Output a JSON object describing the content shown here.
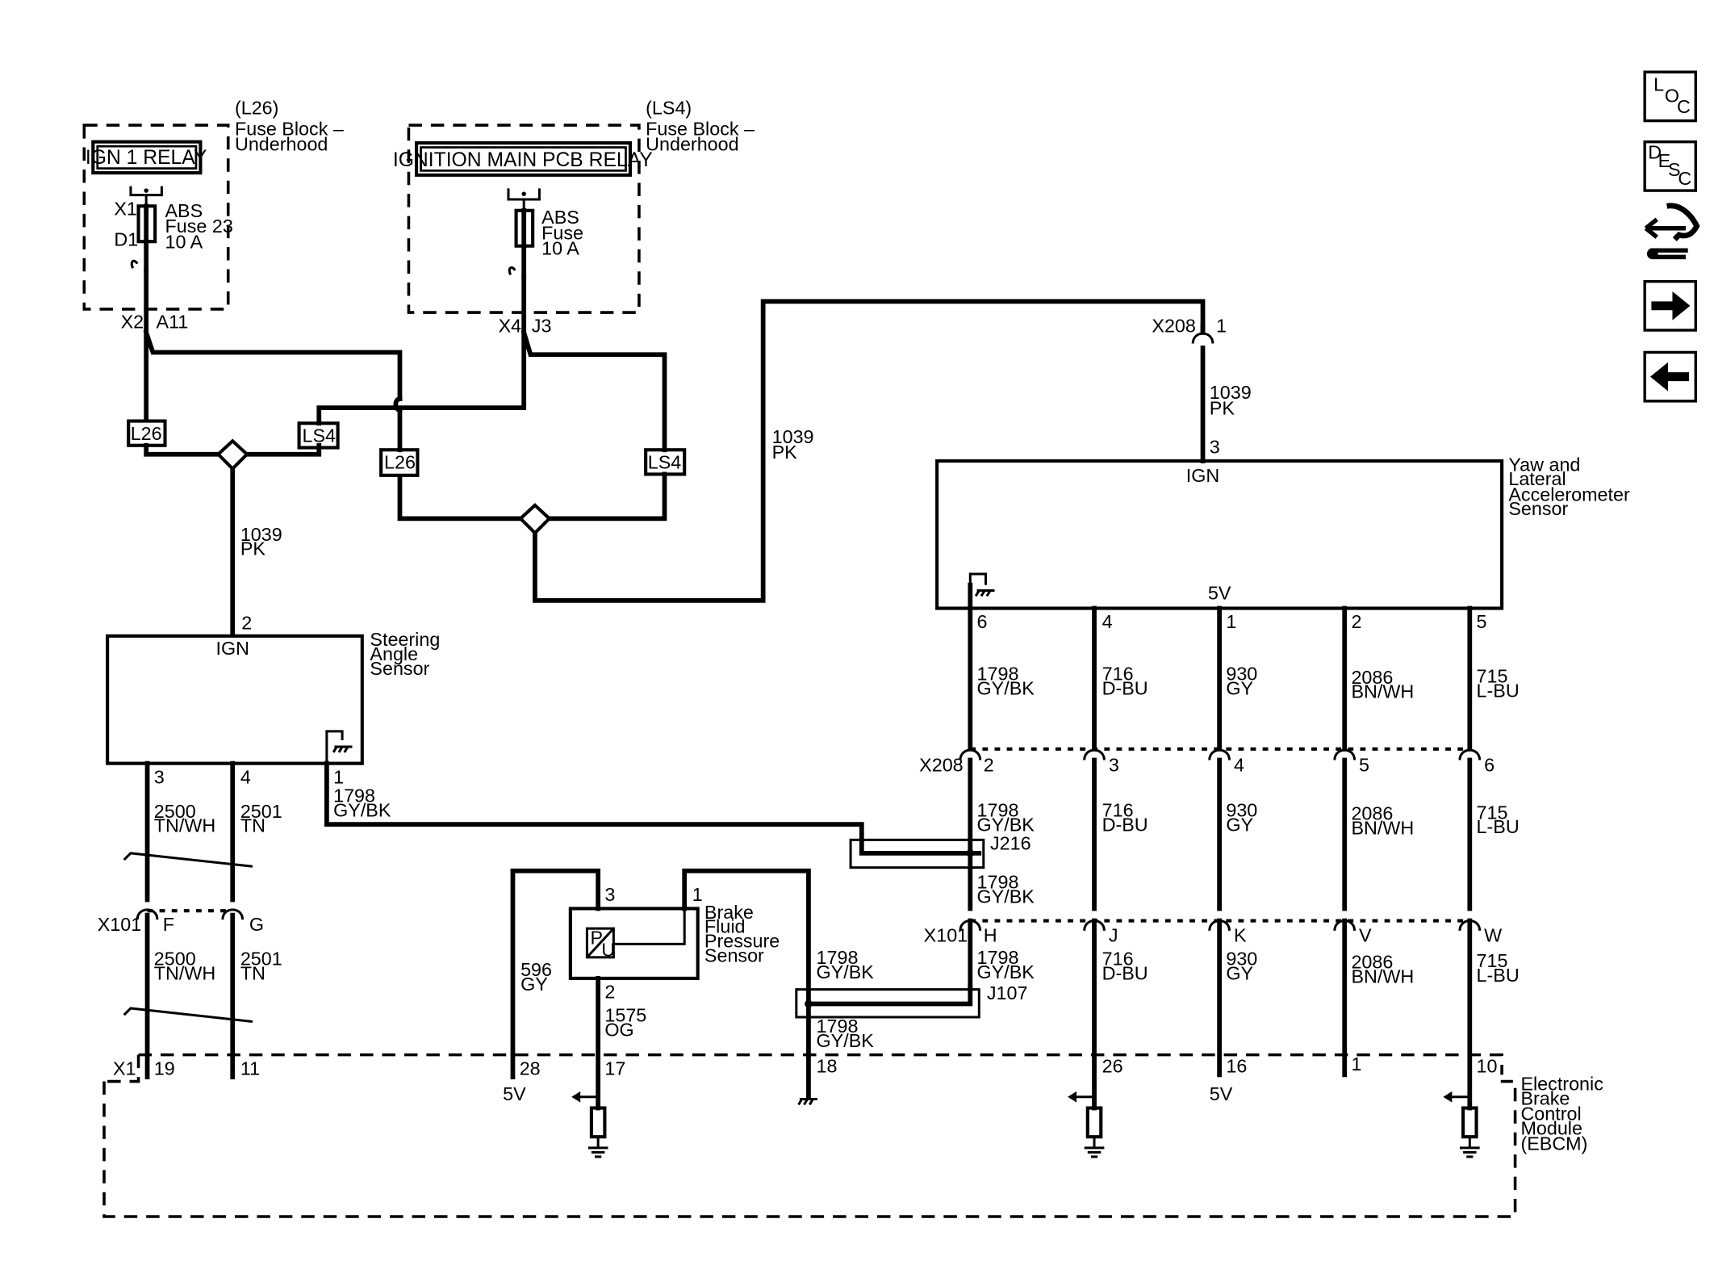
{
  "fuse_block_l26": {
    "option": "(L26)",
    "title_line1": "Fuse Block –",
    "title_line2": "Underhood",
    "relay": "IGN 1 RELAY",
    "fuse_line1": "ABS",
    "fuse_line2": "Fuse 23",
    "fuse_line3": "10 A",
    "pin_x1": "X1",
    "pin_d1": "D1",
    "pin_x2": "X2",
    "pin_a11": "A11"
  },
  "fuse_block_ls4": {
    "option": "(LS4)",
    "title_line1": "Fuse Block –",
    "title_line2": "Underhood",
    "relay": "IGNITION MAIN PCB RELAY",
    "fuse_line1": "ABS",
    "fuse_line2": "Fuse",
    "fuse_line3": "10 A",
    "pin_x4": "X4",
    "pin_j3": "J3"
  },
  "option_labels": {
    "l26": "L26",
    "ls4": "LS4"
  },
  "wire_1039": {
    "circuit": "1039",
    "color": "PK"
  },
  "connector_x208": {
    "name": "X208",
    "top_pin": "1",
    "pins": [
      "2",
      "3",
      "4",
      "5",
      "6"
    ]
  },
  "yaw_sensor": {
    "name_line1": "Yaw and",
    "name_line2": "Lateral",
    "name_line3": "Accelerometer",
    "name_line4": "Sensor",
    "ign": "IGN",
    "ign_pin": "3",
    "ref": "5V",
    "pins": [
      "6",
      "4",
      "1",
      "2",
      "5"
    ]
  },
  "yaw_wires": [
    {
      "circuit": "1798",
      "color": "GY/BK"
    },
    {
      "circuit": "716",
      "color": "D-BU"
    },
    {
      "circuit": "930",
      "color": "GY"
    },
    {
      "circuit": "2086",
      "color": "BN/WH"
    },
    {
      "circuit": "715",
      "color": "L-BU"
    }
  ],
  "steering_sensor": {
    "name_line1": "Steering",
    "name_line2": "Angle",
    "name_line3": "Sensor",
    "ign": "IGN",
    "ign_pin": "2",
    "pins": [
      "3",
      "4",
      "1"
    ]
  },
  "steering_wires": [
    {
      "circuit": "2500",
      "color": "TN/WH"
    },
    {
      "circuit": "2501",
      "color": "TN"
    },
    {
      "circuit": "1798",
      "color": "GY/BK"
    }
  ],
  "splices": {
    "j216": "J216",
    "j107": "J107"
  },
  "connector_x101": {
    "name": "X101",
    "pins_left": [
      "F",
      "G"
    ],
    "pins_right": [
      "H",
      "J",
      "K",
      "V",
      "W"
    ]
  },
  "brake_sensor": {
    "name_line1": "Brake",
    "name_line2": "Fluid",
    "name_line3": "Pressure",
    "name_line4": "Sensor",
    "pin3": "3",
    "pin1": "1",
    "pin2": "2",
    "symbol_p": "P",
    "symbol_u": "U"
  },
  "brake_wires": [
    {
      "circuit": "596",
      "color": "GY"
    },
    {
      "circuit": "1575",
      "color": "OG"
    },
    {
      "circuit": "1798",
      "color": "GY/BK"
    },
    {
      "circuit": "1798",
      "color": "GY/BK"
    }
  ],
  "ebcm": {
    "connector": "X1",
    "name_line1": "Electronic",
    "name_line2": "Brake",
    "name_line3": "Control",
    "name_line4": "Module",
    "name_line5": "(EBCM)",
    "pins": [
      "19",
      "11",
      "28",
      "17",
      "18",
      "26",
      "16",
      "1",
      "10"
    ],
    "ref_left": "5V",
    "ref_right": "5V"
  },
  "nav": [
    {
      "icon": "loc-icon",
      "sup": "L",
      "mid": "O",
      "sub": "C"
    },
    {
      "icon": "desc-icon",
      "sup": "D",
      "mid": "E",
      "sub2": "S",
      "sub": "C"
    },
    {
      "icon": "connector-end-view-icon"
    },
    {
      "icon": "arrow-right-icon"
    },
    {
      "icon": "arrow-left-icon"
    }
  ]
}
